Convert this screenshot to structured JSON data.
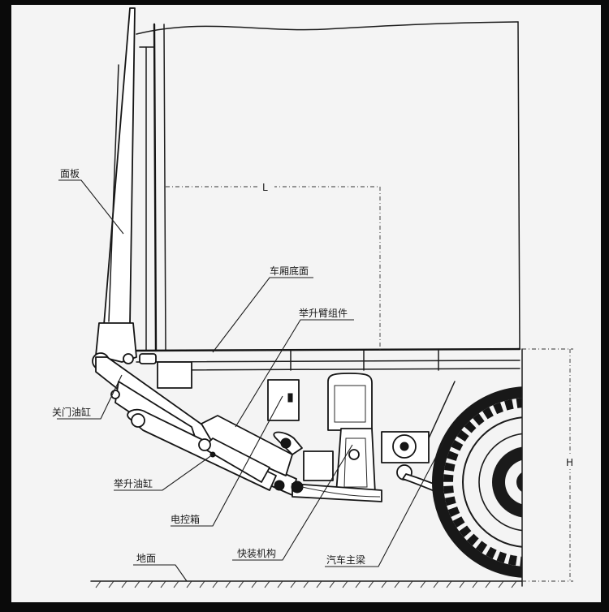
{
  "labels": {
    "panel": "面板",
    "dim_L": "L",
    "box_floor": "车厢底面",
    "lift_arm_assembly": "举升臂组件",
    "door_cylinder": "关门油缸",
    "lift_cylinder": "举升油缸",
    "control_box": "电控箱",
    "quick_mount": "快装机构",
    "main_beam": "汽车主梁",
    "ground": "地面",
    "dim_H": "H"
  },
  "colors": {
    "background": "#f4f4f4",
    "frame": "#0a0a0a",
    "line": "#1c1c1c"
  }
}
